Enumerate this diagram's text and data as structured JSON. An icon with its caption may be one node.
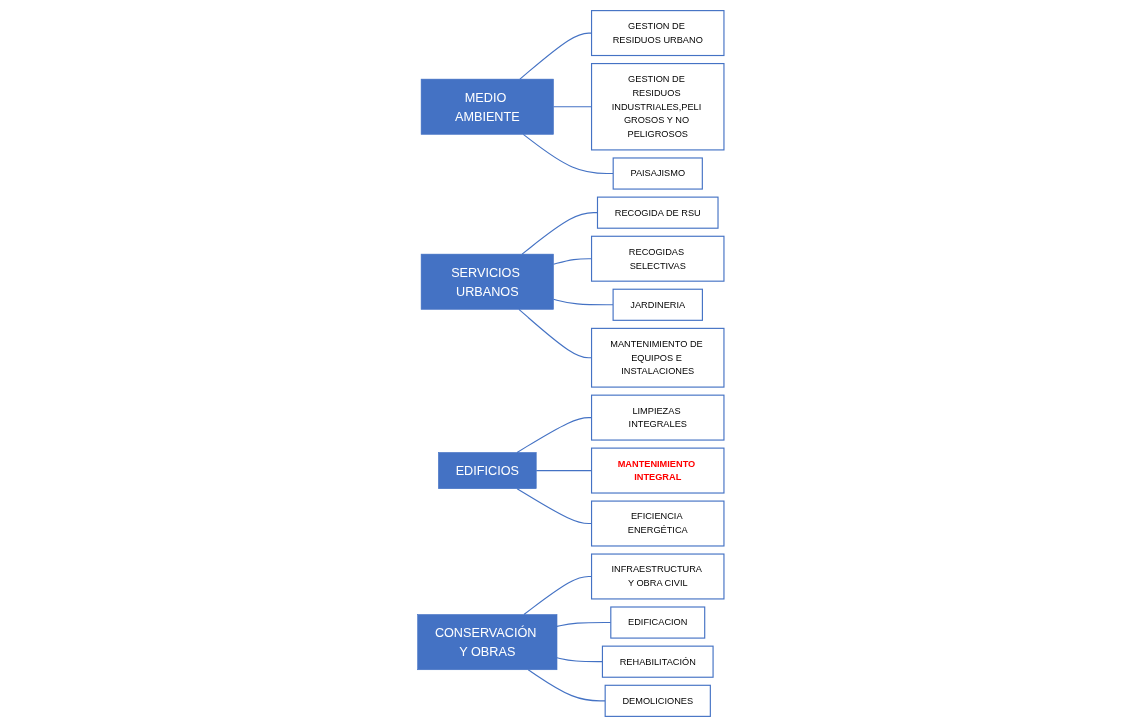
{
  "diagram": {
    "nodes": [
      {
        "text": [
          "MEDIO AMBIENTE"
        ]
      },
      {
        "text": [
          "GESTION DE RESIDUOS URBANO"
        ]
      },
      {
        "text": [
          "GESTION DE RESIDUOS INDUSTRIALES,PELI GROSOS Y NO PELIGROSOS"
        ]
      },
      {
        "text": [
          "PAISAJISMO"
        ]
      },
      {
        "text": [
          "SERVICIOS URBANOS"
        ]
      },
      {
        "text": [
          "RECOGIDA DE RSU"
        ]
      },
      {
        "text": [
          "RECOGIDAS SELECTIVAS"
        ]
      },
      {
        "text": [
          "JARDINERIA"
        ]
      },
      {
        "text": [
          "MANTENIMIENTO DE EQUIPOS E INSTALACIONES"
        ]
      },
      {
        "text": [
          "EDIFICIOS"
        ]
      },
      {
        "text": [
          "LIMPIEZAS INTEGRALES"
        ]
      },
      {
        "text": [
          "MANTENIMIENTO INTEGRAL"
        ]
      },
      {
        "text": [
          "EFICIENCIA ENERGÉTICA"
        ]
      },
      {
        "text": [
          "CONSERVACIÓN Y OBRAS"
        ]
      },
      {
        "text": [
          "INFRAESTRUCTURA Y OBRA CIVIL"
        ]
      },
      {
        "text": [
          "EDIFICACION"
        ]
      },
      {
        "text": [
          "REHABILITACIÓN"
        ]
      },
      {
        "text": [
          "DEMOLICIONES"
        ]
      }
    ],
    "edges": [
      {
        "from": 0,
        "to": 1,
        "arrow": "none"
      },
      {
        "from": 0,
        "to": 2,
        "arrow": "none"
      },
      {
        "from": 0,
        "to": 3,
        "arrow": "none"
      },
      {
        "from": 4,
        "to": 5,
        "arrow": "none"
      },
      {
        "from": 4,
        "to": 6,
        "arrow": "none"
      },
      {
        "from": 4,
        "to": 7,
        "arrow": "none"
      },
      {
        "from": 4,
        "to": 8,
        "arrow": "none"
      },
      {
        "from": 9,
        "to": 10,
        "arrow": "none"
      },
      {
        "from": 9,
        "to": 11,
        "arrow": "none"
      },
      {
        "from": 9,
        "to": 12,
        "arrow": "none"
      },
      {
        "from": 13,
        "to": 14,
        "arrow": "none"
      },
      {
        "from": 13,
        "to": 15,
        "arrow": "none"
      },
      {
        "from": 13,
        "to": 16,
        "arrow": "none"
      },
      {
        "from": 13,
        "to": 17,
        "arrow": "none"
      }
    ]
  }
}
